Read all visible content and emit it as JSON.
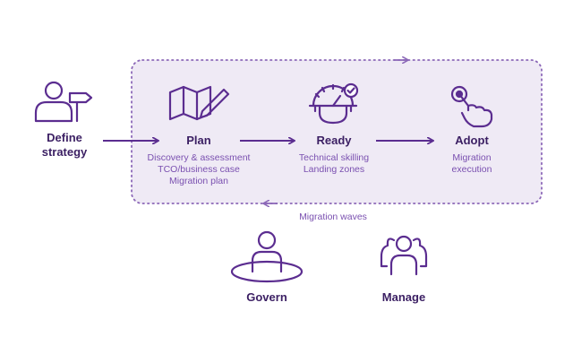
{
  "colors": {
    "primary": "#5b2d90",
    "dark_text": "#3b1f63",
    "sub_text": "#7a50b0",
    "panel_fill": "#efeaf5",
    "dotted_border": "#8c68b8"
  },
  "define": {
    "line1": "Define",
    "line2": "strategy",
    "icon": "person-signpost-icon"
  },
  "plan": {
    "title": "Plan",
    "icon": "map-pen-icon",
    "items": [
      "Discovery & assessment",
      "TCO/business case",
      "Migration plan"
    ]
  },
  "ready": {
    "title": "Ready",
    "icon": "gear-gauge-check-icon",
    "items": [
      "Technical skilling",
      "Landing zones"
    ]
  },
  "adopt": {
    "title": "Adopt",
    "icon": "hand-pointer-icon",
    "items": [
      "Migration",
      "execution"
    ]
  },
  "loop_label": "Migration waves",
  "govern": {
    "title": "Govern",
    "icon": "person-circle-icon"
  },
  "manage": {
    "title": "Manage",
    "icon": "people-group-icon"
  }
}
